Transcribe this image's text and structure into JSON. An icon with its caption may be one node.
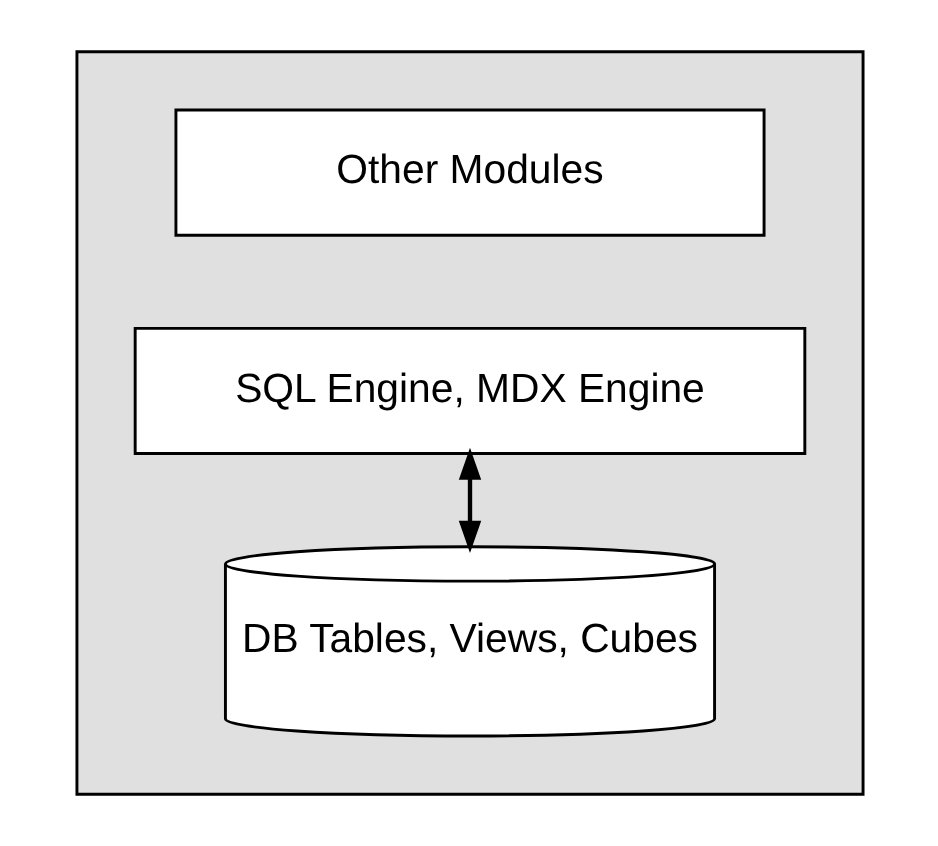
{
  "diagram": {
    "nodes": [
      {
        "text": [],
        "shape": "box"
      },
      {
        "text": [
          "Other Modules"
        ],
        "in": 0
      },
      {
        "text": [
          "SQL Engine, MDX Engine"
        ],
        "in": 0
      },
      {
        "text": [
          "DB Tables, Views, Cubes"
        ],
        "in": 0
      }
    ],
    "edges": [
      {
        "from": 2,
        "to": 3,
        "arrow": "both"
      }
    ]
  }
}
